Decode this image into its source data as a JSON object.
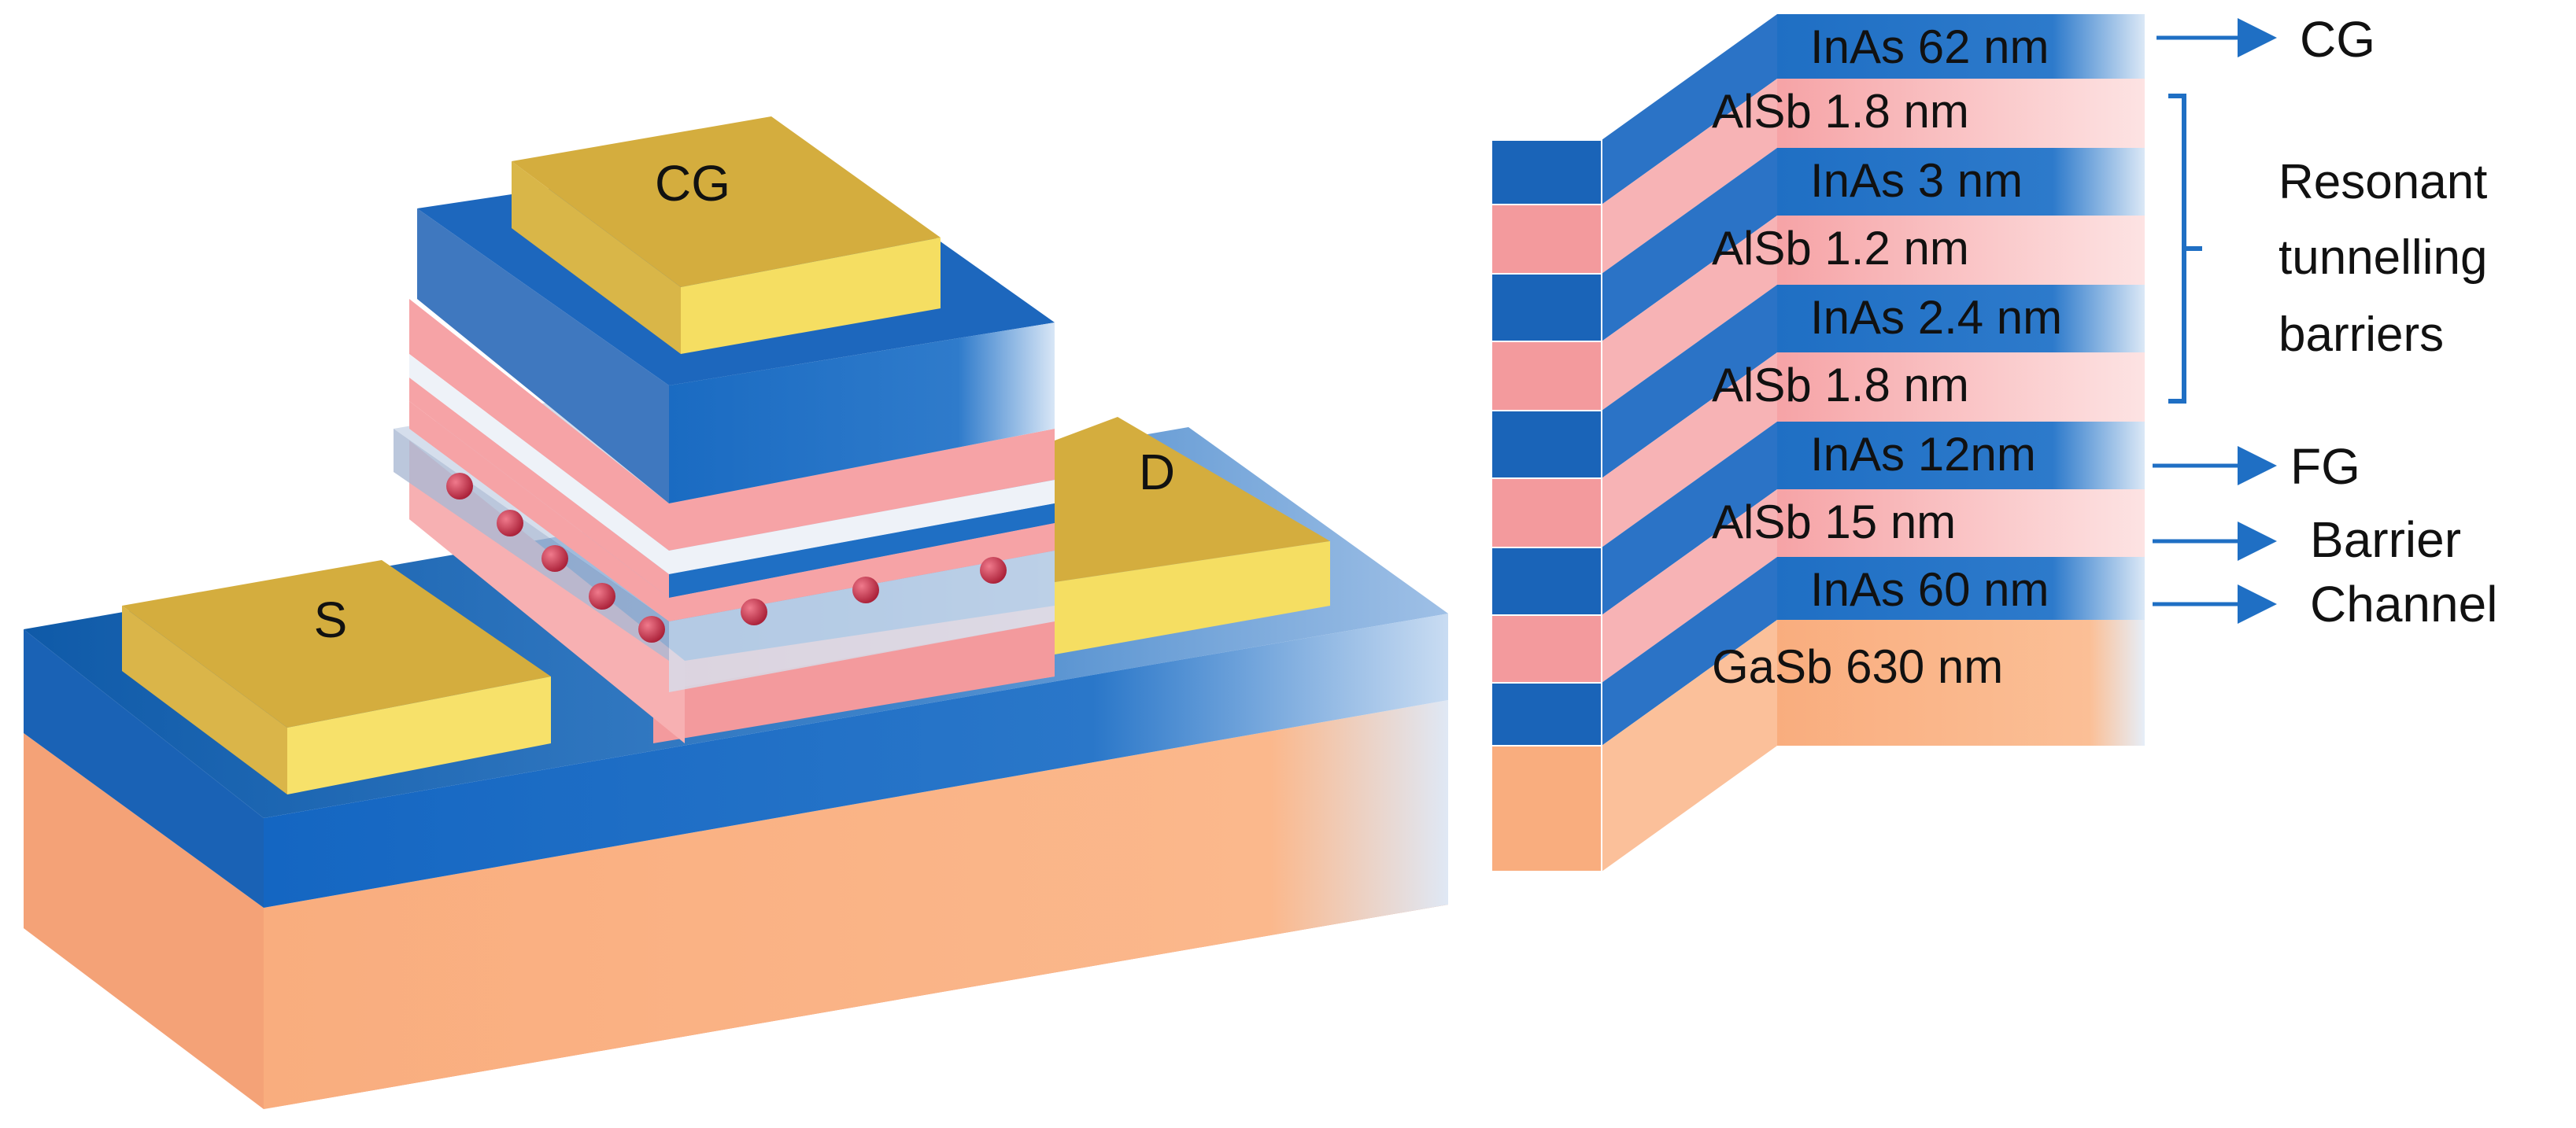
{
  "device": {
    "contacts": {
      "control_gate": "CG",
      "source": "S",
      "drain": "D"
    },
    "colors": {
      "inas_blue": "#1f6fc4",
      "alsb_pink": "#f6a3a6",
      "gasb_orange": "#f9ad7e",
      "gold_contact": "#d4ad3e",
      "charge_dot": "#c8324a"
    }
  },
  "stack": {
    "layers": [
      {
        "label": "InAs 62 nm",
        "material": "InAs"
      },
      {
        "label": "AlSb 1.8 nm",
        "material": "AlSb"
      },
      {
        "label": "InAs 3 nm",
        "material": "InAs"
      },
      {
        "label": "AlSb 1.2 nm",
        "material": "AlSb"
      },
      {
        "label": "InAs 2.4 nm",
        "material": "InAs"
      },
      {
        "label": "AlSb 1.8 nm",
        "material": "AlSb"
      },
      {
        "label": "InAs 12nm",
        "material": "InAs"
      },
      {
        "label": "AlSb 15 nm",
        "material": "AlSb"
      },
      {
        "label": "InAs 60 nm",
        "material": "InAs"
      },
      {
        "label": "GaSb 630 nm",
        "material": "GaSb"
      }
    ],
    "annotations": {
      "cg": "CG",
      "resonant_line1": "Resonant",
      "resonant_line2": "tunnelling",
      "resonant_line3": "barriers",
      "fg": "FG",
      "barrier": "Barrier",
      "channel": "Channel"
    }
  }
}
